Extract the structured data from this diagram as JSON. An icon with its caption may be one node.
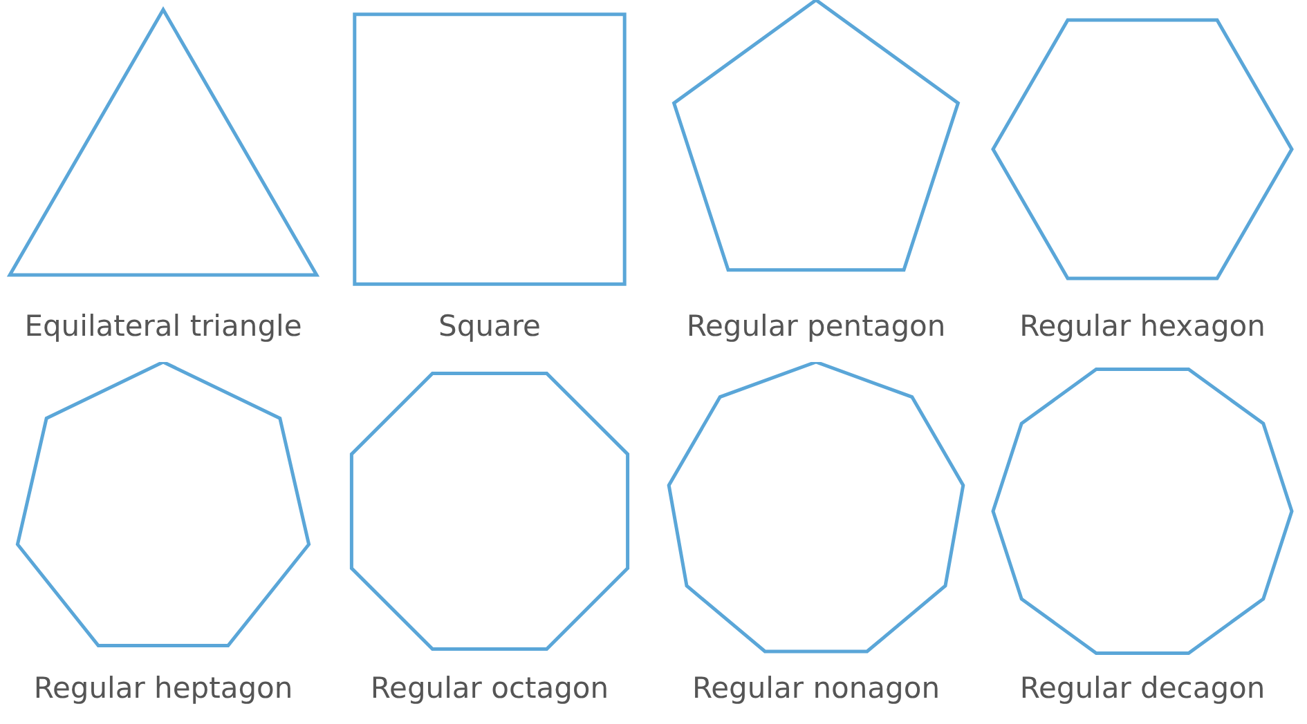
{
  "diagram": {
    "nodes": [
      {
        "text": [
          "Equilateral triangle"
        ]
      },
      {
        "text": [
          "Square"
        ]
      },
      {
        "text": [
          "Regular pentagon"
        ]
      },
      {
        "text": [
          "Regular hexagon"
        ]
      },
      {
        "text": [
          "Regular heptagon"
        ]
      },
      {
        "text": [
          "Regular octagon"
        ]
      },
      {
        "text": [
          "Regular nonagon"
        ]
      },
      {
        "text": [
          "Regular decagon"
        ]
      }
    ]
  }
}
